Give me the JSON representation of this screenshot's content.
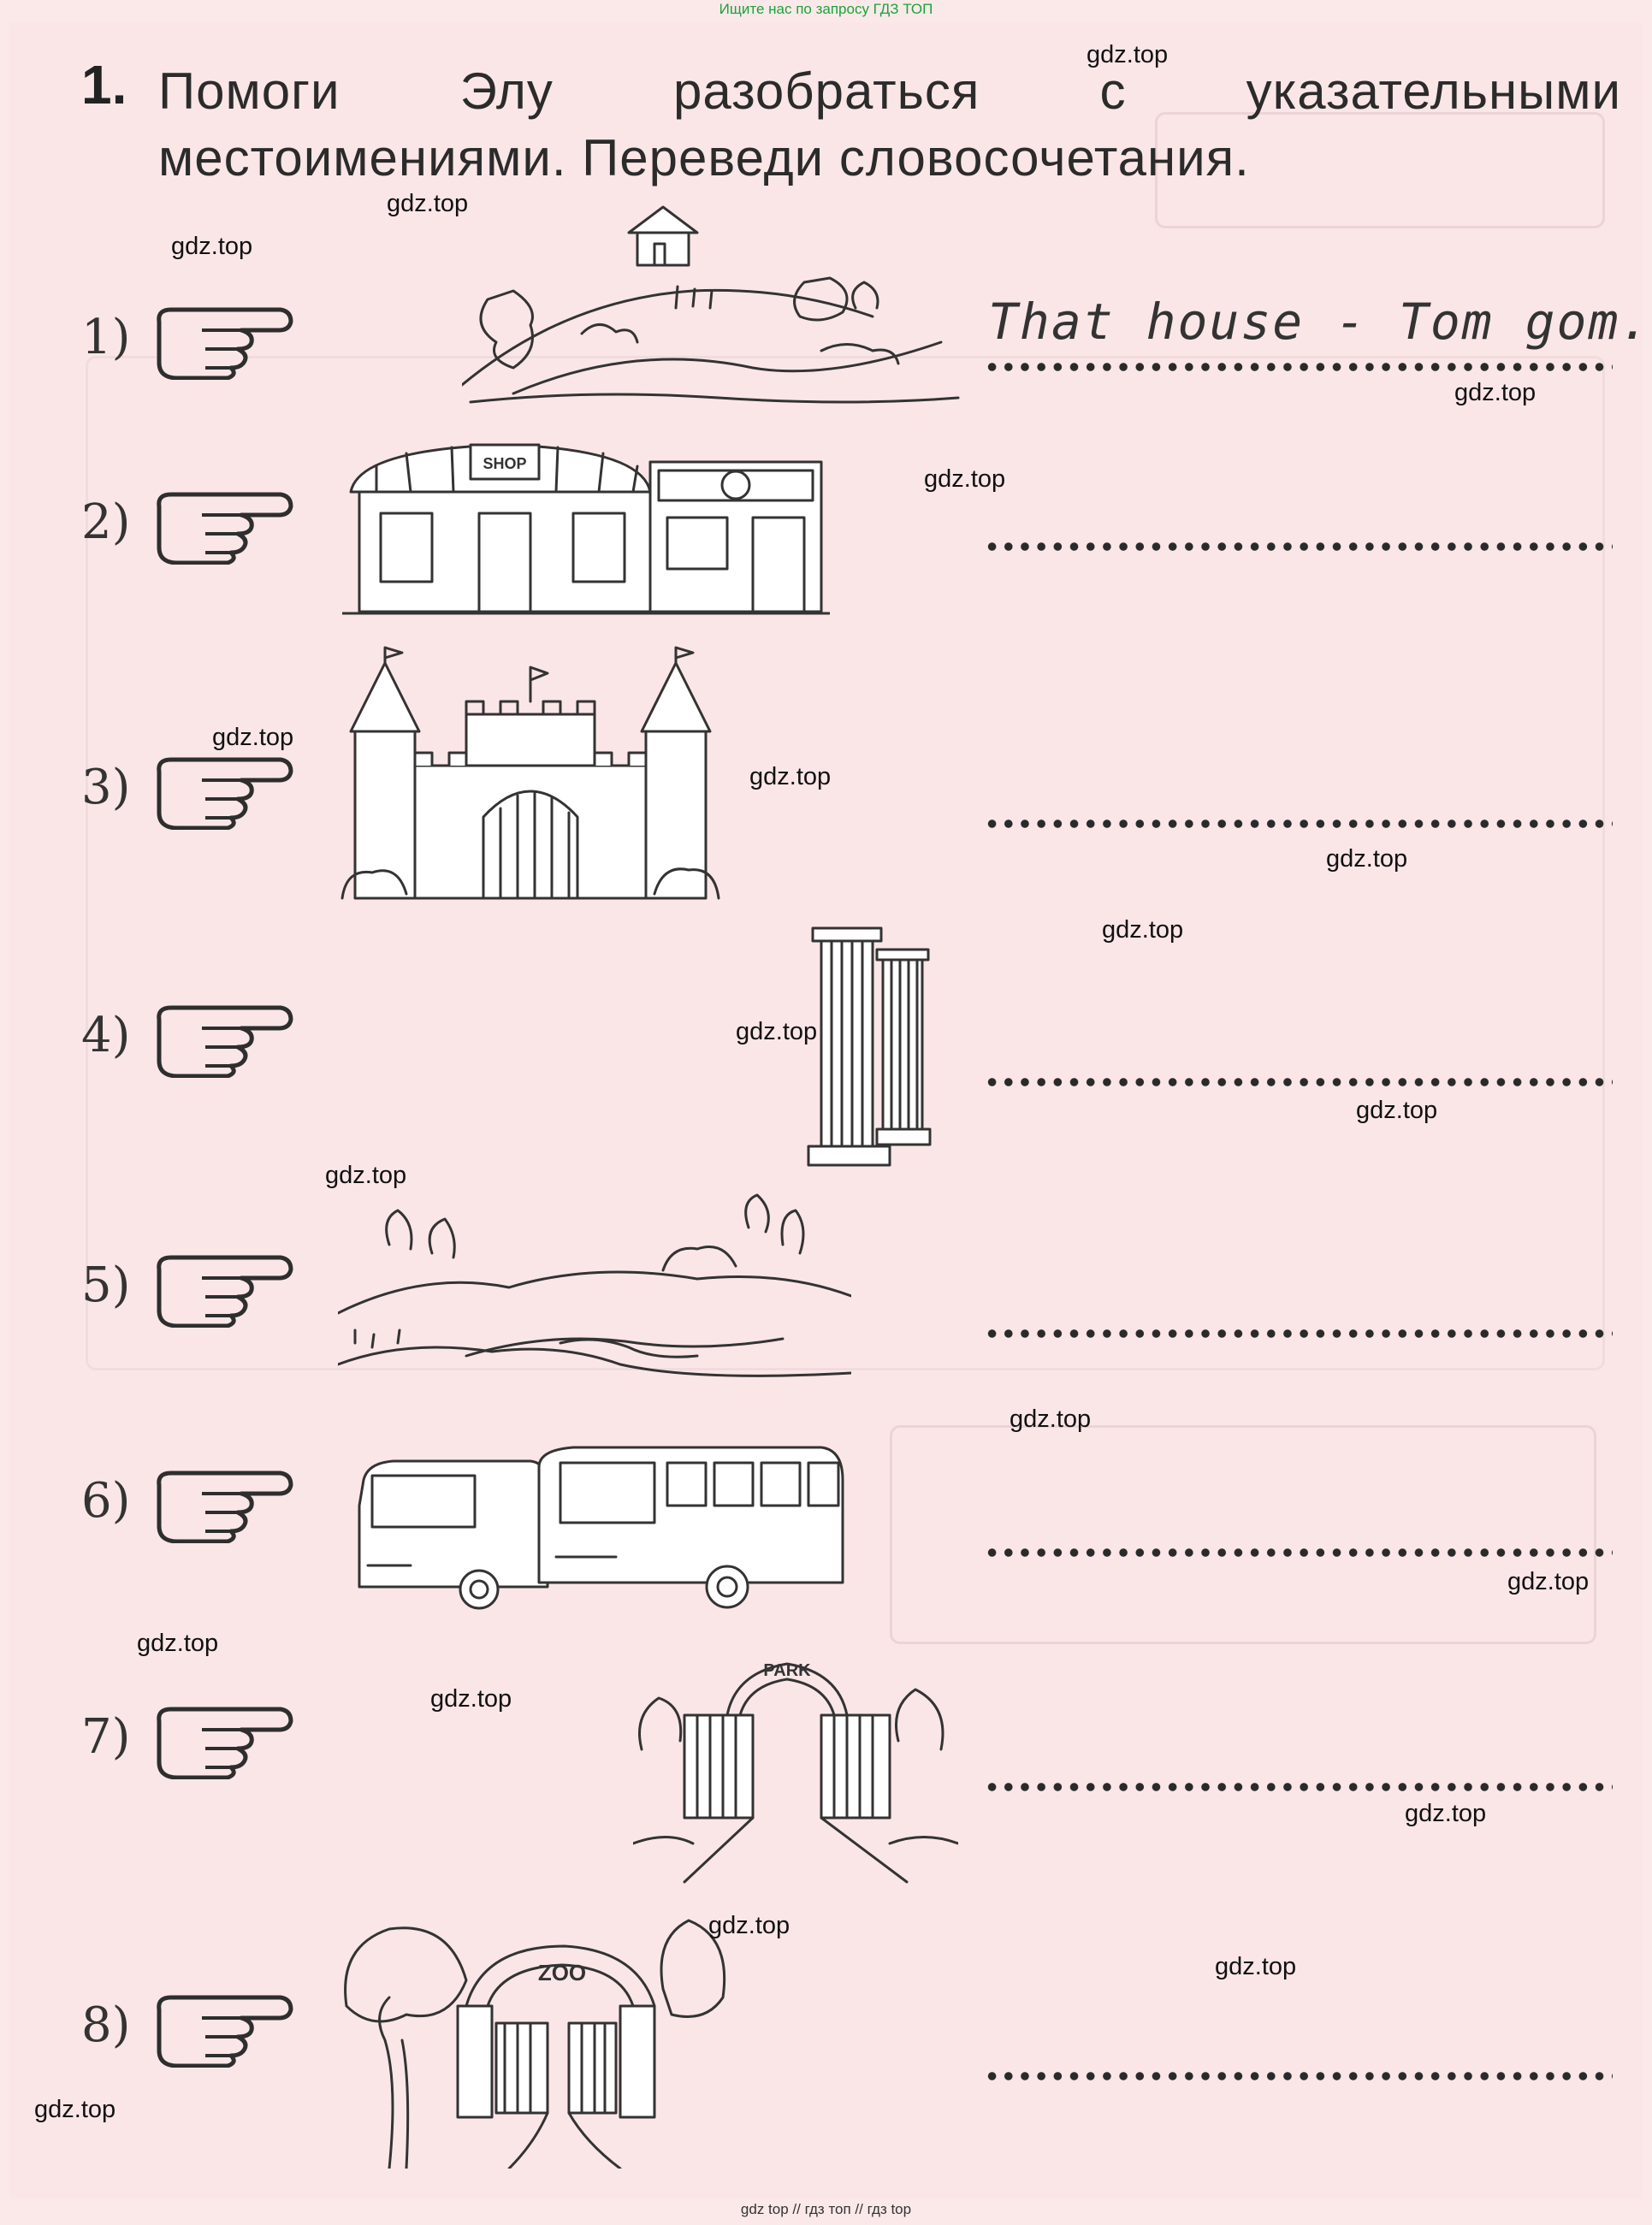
{
  "header_note": "Ищите нас по запросу ГДЗ ТОП",
  "footer_note": "gdz top  //  гдз топ  //  гдз top",
  "task": {
    "number": "1.",
    "title": "Помоги Элу разобраться с указательными местоимениями. Переведи словосочетания."
  },
  "items": [
    {
      "num": "1)",
      "picture": "house-on-hill",
      "answer": "That house - Tom gom."
    },
    {
      "num": "2)",
      "picture": "shop",
      "answer": ""
    },
    {
      "num": "3)",
      "picture": "castle",
      "answer": ""
    },
    {
      "num": "4)",
      "picture": "columns",
      "answer": ""
    },
    {
      "num": "5)",
      "picture": "landscape-river",
      "answer": ""
    },
    {
      "num": "6)",
      "picture": "buses",
      "answer": ""
    },
    {
      "num": "7)",
      "picture": "park-gate",
      "answer": ""
    },
    {
      "num": "8)",
      "picture": "zoo-gate",
      "answer": ""
    }
  ],
  "picture_labels": {
    "shop": "SHOP",
    "park": "PARK",
    "zoo": "ZOO"
  },
  "watermark": "gdz.top",
  "colors": {
    "page": "#fbe6e7",
    "ink": "#2a2a2a",
    "header_note": "#1aa33a"
  }
}
